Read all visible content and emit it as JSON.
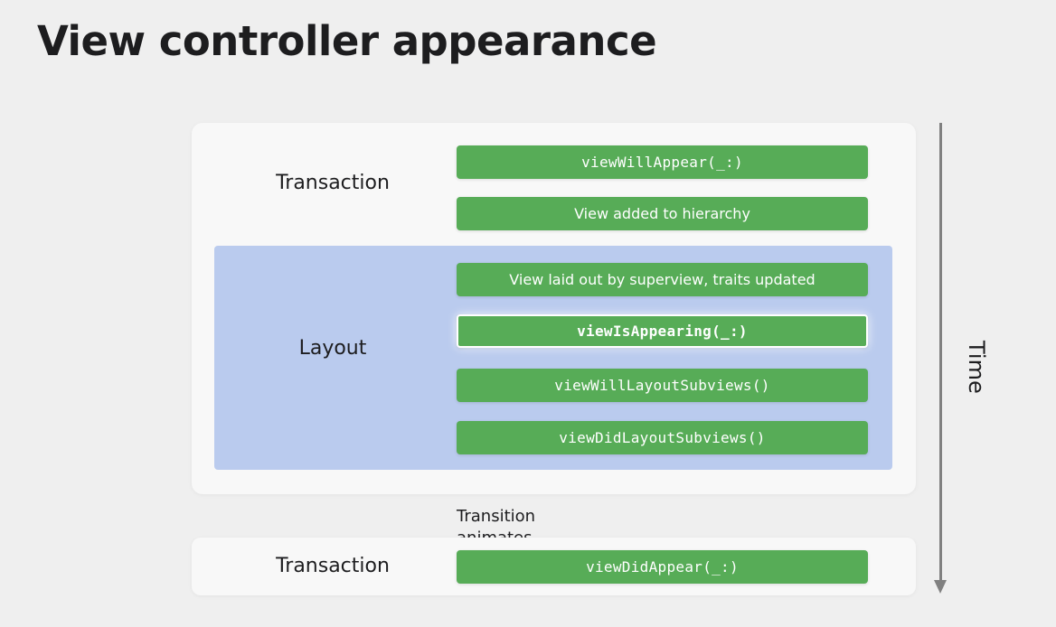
{
  "title": "View controller appearance",
  "sections": {
    "transaction_top": "Transaction",
    "layout": "Layout",
    "transaction_bottom": "Transaction"
  },
  "steps": [
    {
      "label": "viewWillAppear(_:)",
      "style": "code"
    },
    {
      "label": "View added to hierarchy",
      "style": "prose"
    },
    {
      "label": "View laid out by superview, traits updated",
      "style": "prose"
    },
    {
      "label": "viewIsAppearing(_:)",
      "style": "code",
      "highlighted": true
    },
    {
      "label": "viewWillLayoutSubviews()",
      "style": "code"
    },
    {
      "label": "viewDidLayoutSubviews()",
      "style": "code"
    },
    {
      "label": "viewDidAppear(_:)",
      "style": "code"
    }
  ],
  "caption": "Transition animates...",
  "time_label": "Time",
  "colors": {
    "step_green": "#57ac57",
    "layout_blue": "#bacbee",
    "panel": "#f8f8f8",
    "background": "#efefef",
    "arrow": "#808080"
  }
}
